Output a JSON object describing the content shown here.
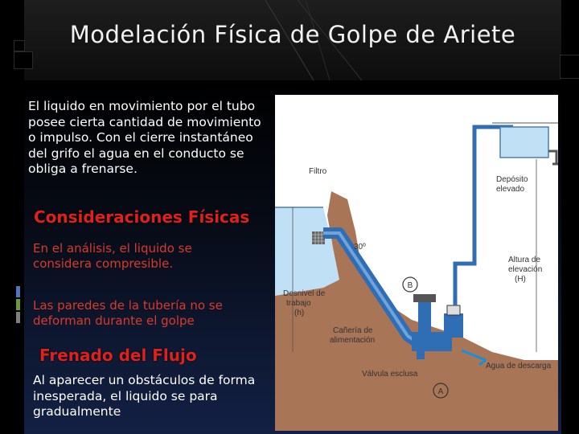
{
  "slide": {
    "title": "Modelación Física de Golpe de Ariete",
    "intro": "El liquido en movimiento por el tubo posee cierta cantidad de movimiento o impulso. Con el cierre instantáneo del grifo el agua en el conducto se obliga a frenarse.",
    "section1_heading": "Consideraciones Físicas",
    "section1_point1": "En el análisis, el liquido se considera compresible.",
    "section1_point2": "Las paredes de la tubería no se deforman durante el golpe",
    "section2_heading": "Frenado del Flujo",
    "section2_text": "Al aparecer un obstáculos de forma inesperada, el liquido se para gradualmente"
  },
  "figure": {
    "label_filtro": "Filtro",
    "label_deposito_1": "Depósito",
    "label_deposito_2": "elevado",
    "label_angle": "30º",
    "label_altura_1": "Altura de",
    "label_altura_2": "elevación",
    "label_altura_3": "(H)",
    "label_desnivel_1": "Desnivel de",
    "label_desnivel_2": "trabajo",
    "label_desnivel_3": "(h)",
    "label_caneria_1": "Cañería de",
    "label_caneria_2": "alimentación",
    "label_valvula": "Válvula esclusa",
    "label_descarga": "Agua de descarga",
    "label_b": "B",
    "label_a": "A"
  },
  "colors": {
    "heading_red": "#e0201b",
    "body_red": "#d93a2b",
    "pipe_blue": "#2f6db5",
    "water_blue": "#bfe0f5",
    "earth": "#a87557",
    "accent_blue": "#4f77b8",
    "accent_green": "#6a9a3a",
    "accent_gray": "#7f7f7f"
  }
}
